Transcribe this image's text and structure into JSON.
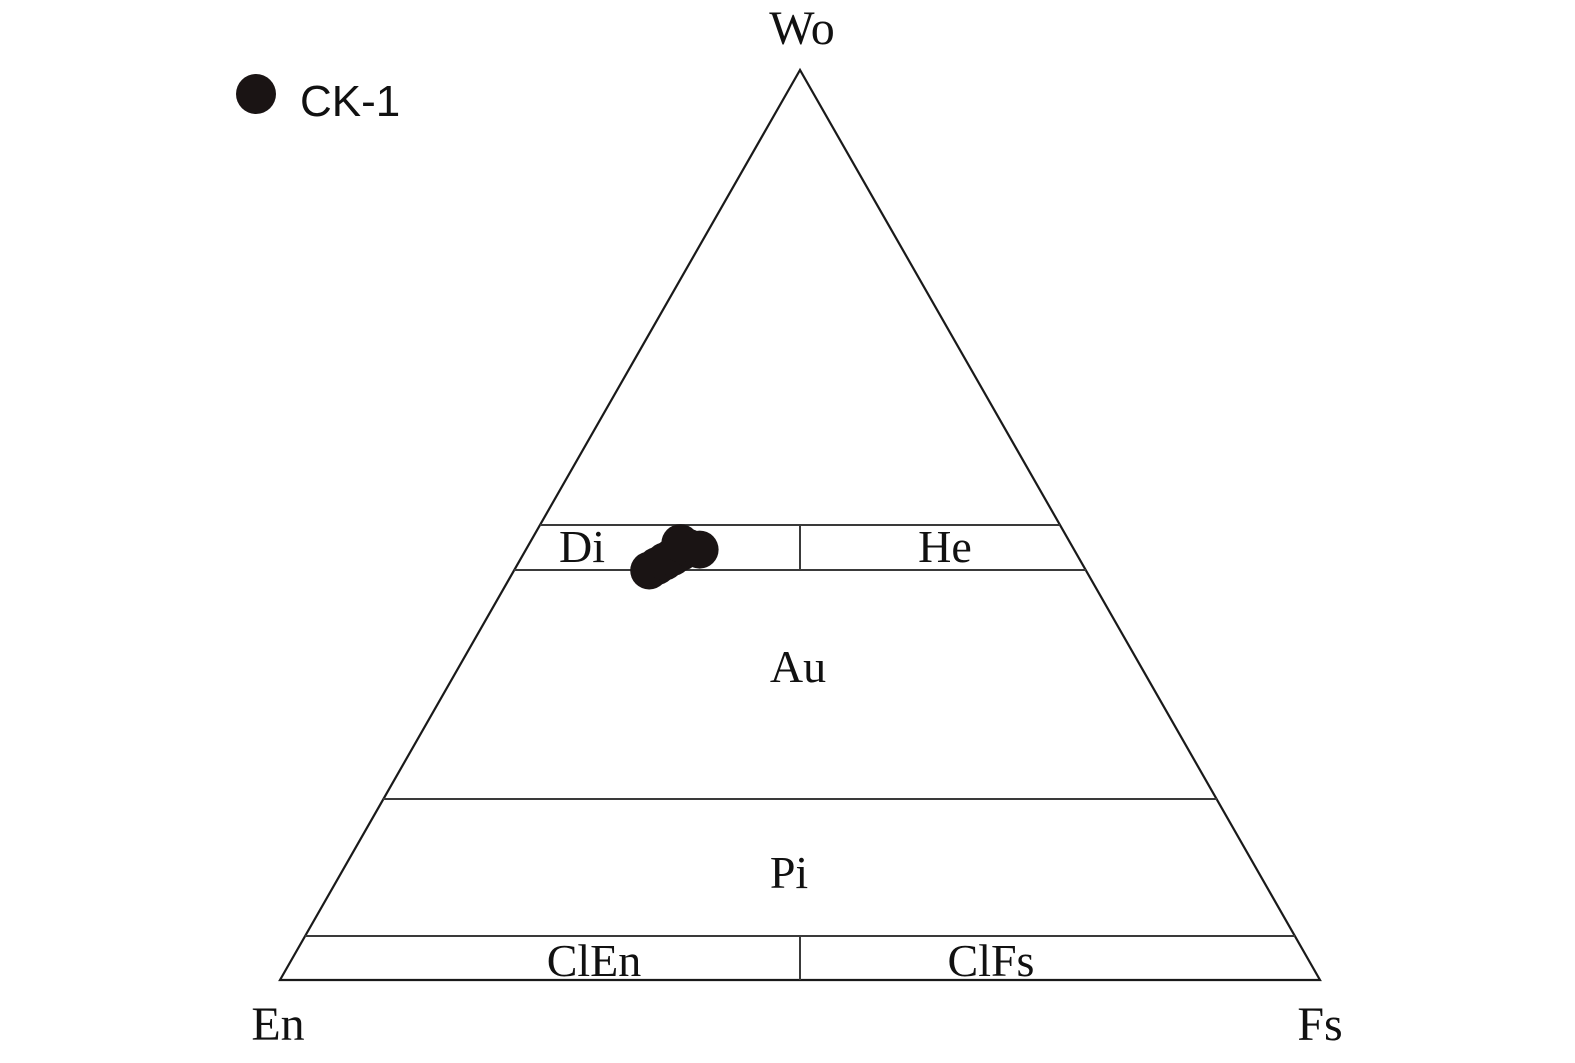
{
  "apices": {
    "top": "Wo",
    "left": "En",
    "right": "Fs"
  },
  "fields": {
    "di": "Di",
    "he": "He",
    "au": "Au",
    "pi": "Pi",
    "clen": "ClEn",
    "clfs": "ClFs"
  },
  "legend": {
    "sample": "CK-1",
    "marker_color": "#1a1414"
  },
  "data_points": [
    {
      "Wo": 45,
      "En": 42,
      "Fs": 13
    },
    {
      "Wo": 45.5,
      "En": 41,
      "Fs": 13.5
    },
    {
      "Wo": 46,
      "En": 40,
      "Fs": 14
    },
    {
      "Wo": 46.5,
      "En": 39,
      "Fs": 14.5
    },
    {
      "Wo": 47,
      "En": 38,
      "Fs": 15
    },
    {
      "Wo": 47.5,
      "En": 37,
      "Fs": 15.5
    },
    {
      "Wo": 47.3,
      "En": 36,
      "Fs": 16.7
    },
    {
      "Wo": 48,
      "En": 37.5,
      "Fs": 14.5
    }
  ]
}
